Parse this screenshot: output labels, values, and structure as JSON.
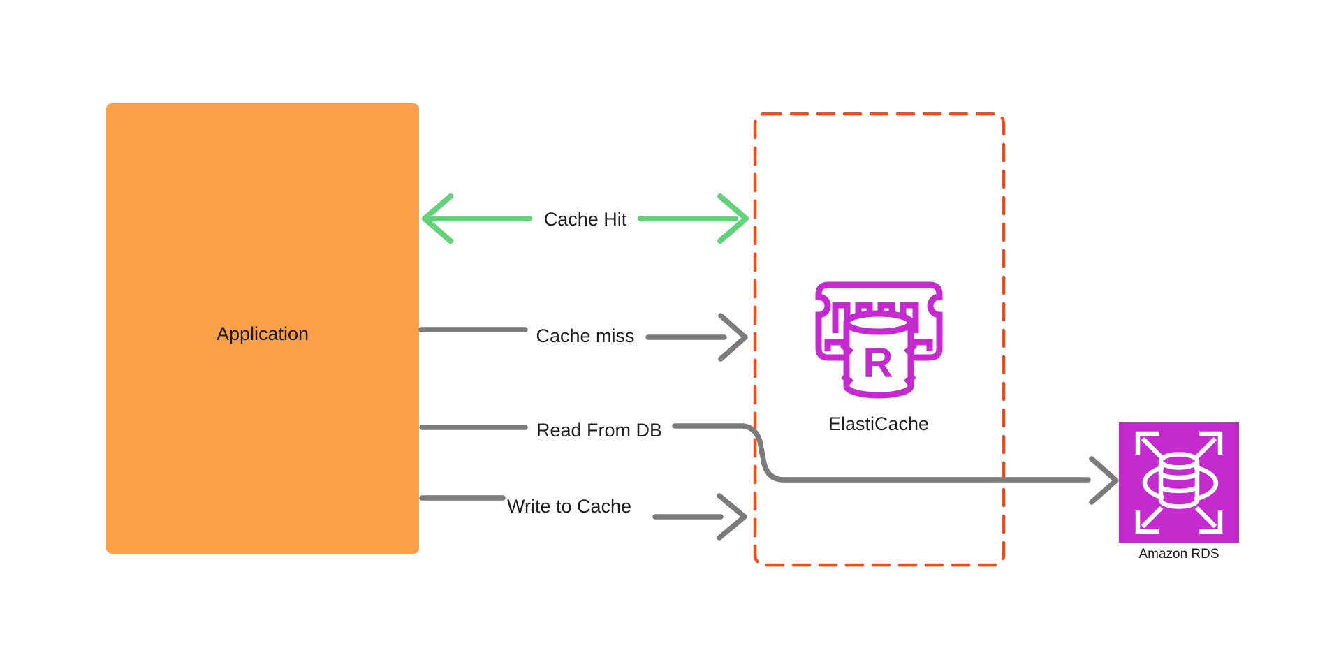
{
  "diagram": {
    "nodes": {
      "application": {
        "label": "Application"
      },
      "elasticache": {
        "label": "ElastiCache",
        "icon_letter": "R",
        "icon": "elasticache-memory-module-icon"
      },
      "amazon_rds": {
        "label": "Amazon RDS",
        "icon": "rds-database-scaling-icon"
      }
    },
    "edges": {
      "cache_hit": {
        "label": "Cache Hit",
        "direction": "bidirectional",
        "from": "Application",
        "to": "ElastiCache"
      },
      "cache_miss": {
        "label": "Cache miss",
        "direction": "forward",
        "from": "Application",
        "to": "ElastiCache"
      },
      "read_from_db": {
        "label": "Read From DB",
        "direction": "forward",
        "from": "Application",
        "to": "Amazon RDS"
      },
      "write_to_cache": {
        "label": "Write to Cache",
        "direction": "forward",
        "from": "Application",
        "to": "ElastiCache"
      }
    },
    "colors": {
      "application_fill": "#F9A049",
      "edge_green": "#63D179",
      "edge_gray": "#7B7B7B",
      "boundary_red": "#F24A1D",
      "aws_magenta": "#C42BCE",
      "label_dark": "#1E1E1E",
      "canvas_bg": "#FFFFFF",
      "icon_white": "#FFFFFF"
    }
  }
}
